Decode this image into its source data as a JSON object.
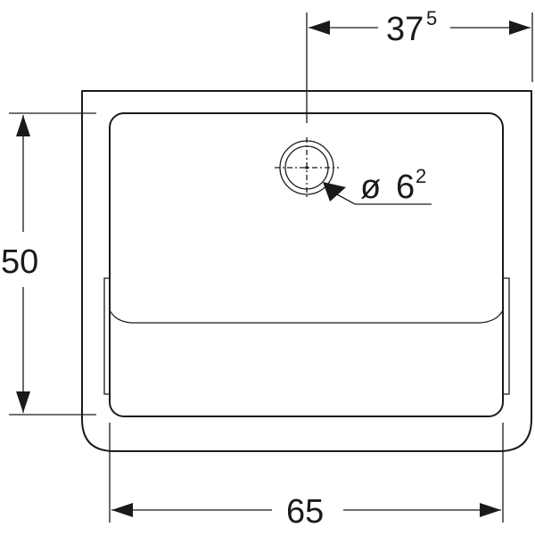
{
  "dimensions": {
    "drain_offset": {
      "main": "37",
      "sup": "5"
    },
    "drain_diameter": {
      "symbol": "ø",
      "main": "6",
      "sup": "2"
    },
    "depth": {
      "main": "50"
    },
    "width": {
      "main": "65"
    }
  }
}
